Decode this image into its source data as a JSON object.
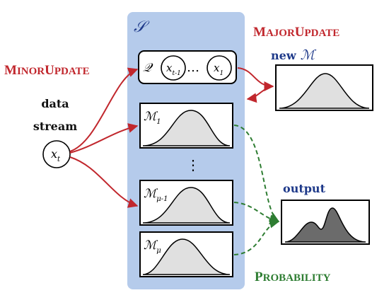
{
  "labels": {
    "set_symbol": "𝒮",
    "major_update_first": "M",
    "major_update_rest": "AJOR",
    "major_update_first2": "U",
    "major_update_rest2": "PDATE",
    "minor_update_first": "M",
    "minor_update_rest": "INOR",
    "minor_update_first2": "U",
    "minor_update_rest2": "PDATE",
    "probability_first": "P",
    "probability_rest": "ROBABILITY",
    "new_model_prefix": "new",
    "new_model_symbol": "ℳ",
    "data_line1": "data",
    "data_line2": "stream",
    "output": "output",
    "queue_symbol": "𝒬",
    "queue_left_node": "x",
    "queue_left_sub": "t-1",
    "queue_dots": "…",
    "queue_right_node": "x",
    "queue_right_sub": "1",
    "input_node": "x",
    "input_sub": "t",
    "vdots": "⋮",
    "model1_symbol": "ℳ",
    "model1_sub": "1",
    "model2_symbol": "ℳ",
    "model2_sub": "μ-1",
    "model3_symbol": "ℳ",
    "model3_sub": "μ"
  },
  "colors": {
    "panel_fill": "#b5cbeb",
    "red": "#c1272d",
    "green": "#2e7d32",
    "navy": "#1f3a8a",
    "curve_fill": "#e0e0e0",
    "output_fill": "#6b6b6b"
  }
}
